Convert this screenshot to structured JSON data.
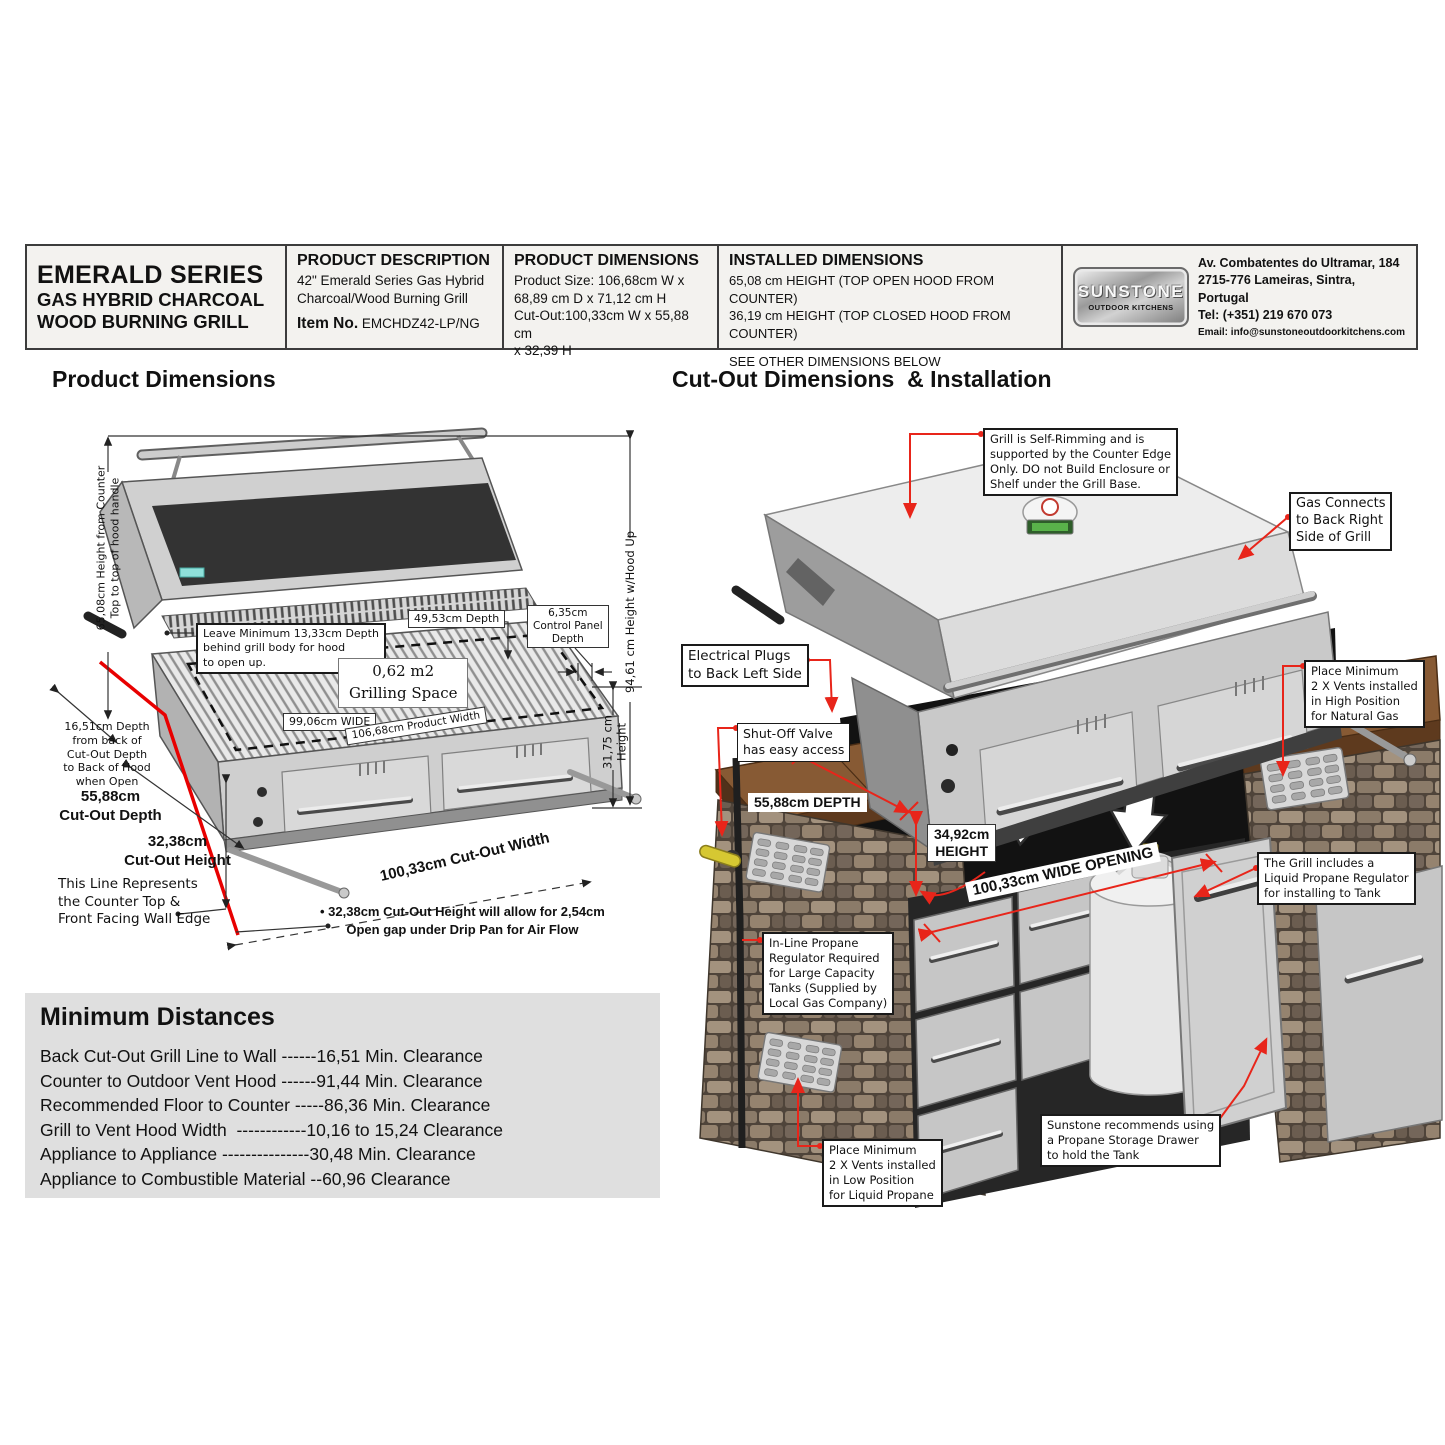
{
  "header": {
    "title_line1": "EMERALD SERIES",
    "title_line2": "GAS HYBRID CHARCOAL",
    "title_line3": "WOOD BURNING GRILL",
    "product_description": {
      "heading": "PRODUCT DESCRIPTION",
      "line1": "42\" Emerald Series Gas Hybrid",
      "line2": "Charcoal/Wood Burning Grill",
      "item_label": "Item No.",
      "item_value": "EMCHDZ42-LP/NG"
    },
    "product_dimensions": {
      "heading": "PRODUCT DIMENSIONS",
      "line1": "Product Size: 106,68cm W x",
      "line2": "68,89 cm D x 71,12 cm H",
      "line3": "Cut-Out:100,33cm W x 55,88 cm",
      "line4": "x 32,39 H"
    },
    "installed_dimensions": {
      "heading": "INSTALLED DIMENSIONS",
      "line1": "65,08 cm HEIGHT (TOP OPEN HOOD FROM COUNTER)",
      "line2": "36,19 cm HEIGHT (TOP CLOSED HOOD FROM COUNTER)",
      "line3": "SEE OTHER DIMENSIONS BELOW"
    },
    "brand": {
      "logo_name": "SUNSTONE",
      "logo_sub": "OUTDOOR KITCHENS",
      "address1": "Av. Combatentes do Ultramar, 184",
      "address2": "2715-776 Lameiras, Sintra, Portugal",
      "phone": "Tel: (+351) 219 670 073",
      "email": "Email: info@sunstoneoutdoorkitchens.com"
    }
  },
  "sections": {
    "left_heading": "Product Dimensions",
    "right_heading": "Cut-Out Dimensions  & Installation"
  },
  "product_diagram": {
    "height_from_counter": "65,08cm Height from Counter\nTop to top of hood handle",
    "hood_open_note": "Leave Minimum 13,33cm Depth\nbehind grill body for hood\nto open up.",
    "depth_49": "49,53cm Depth",
    "control_panel_depth": "6,35cm\nControl Panel\nDepth",
    "grilling_space": "0,62 m2\nGrilling Space",
    "wide_99": "99,06cm WIDE",
    "product_width": "106,68cm Product Width",
    "depth_16": "16,51cm Depth\nfrom back of\nCut-Out Depth\nto Back of Hood\nwhen Open",
    "cutout_depth": "55,88cm\nCut-Out Depth",
    "cutout_height": "32,38cm\nCut-Out Height",
    "counter_line_note": "This Line Represents\nthe Counter Top &\nFront Facing Wall Edge",
    "cutout_width": "100,33cm Cut-Out Width",
    "airflow_note": "• 32,38cm  Cut-Out Height will allow for 2,54cm\nOpen gap under Drip Pan for Air Flow",
    "height_94": "94,61 cm Height w/Hood Up",
    "height_31": "31,75 cm\nHeight"
  },
  "installation_diagram": {
    "self_rimming": "Grill is Self-Rimming and is\nsupported by the Counter Edge\nOnly. DO not Build Enclosure or\nShelf under the Grill Base.",
    "gas_connects": "Gas Connects\nto Back Right\nSide of Grill",
    "electrical_plugs": "Electrical Plugs\nto Back Left Side",
    "vents_high": "Place Minimum\n2 X Vents installed\nin High Position\nfor Natural Gas",
    "shutoff_valve": "Shut-Off Valve\nhas easy access",
    "depth_label": "55,88cm DEPTH",
    "height_label": "34,92cm\nHEIGHT",
    "wide_opening": "100,33cm WIDE OPENING",
    "lp_regulator": "The Grill includes a\nLiquid Propane Regulator\nfor installing to Tank",
    "inline_regulator": "In-Line Propane\nRegulator Required\nfor Large Capacity\nTanks (Supplied by\nLocal Gas Company)",
    "vents_low": "Place Minimum\n2 X Vents installed\nin Low Position\nfor Liquid Propane",
    "storage_drawer": "Sunstone recommends using\na Propane Storage Drawer\nto hold the Tank"
  },
  "minimum_distances": {
    "heading": "Minimum Distances",
    "rows": [
      "Back Cut-Out Grill Line to Wall ------16,51 Min. Clearance",
      "Counter to Outdoor Vent Hood ------91,44 Min. Clearance",
      "Recommended Floor to Counter -----86,36 Min. Clearance",
      "Grill to Vent Hood Width  ------------10,16 to 15,24 Clearance",
      "Appliance to Appliance ---------------30,48 Min. Clearance",
      "Appliance to Combustible Material --60,96 Clearance"
    ]
  },
  "colors": {
    "accent_red": "#e8251a",
    "counter_brown": "#875a34",
    "stone_base": "#5c5046",
    "header_bg": "#f3f2ef",
    "panel_bg": "#dfdfdf"
  }
}
